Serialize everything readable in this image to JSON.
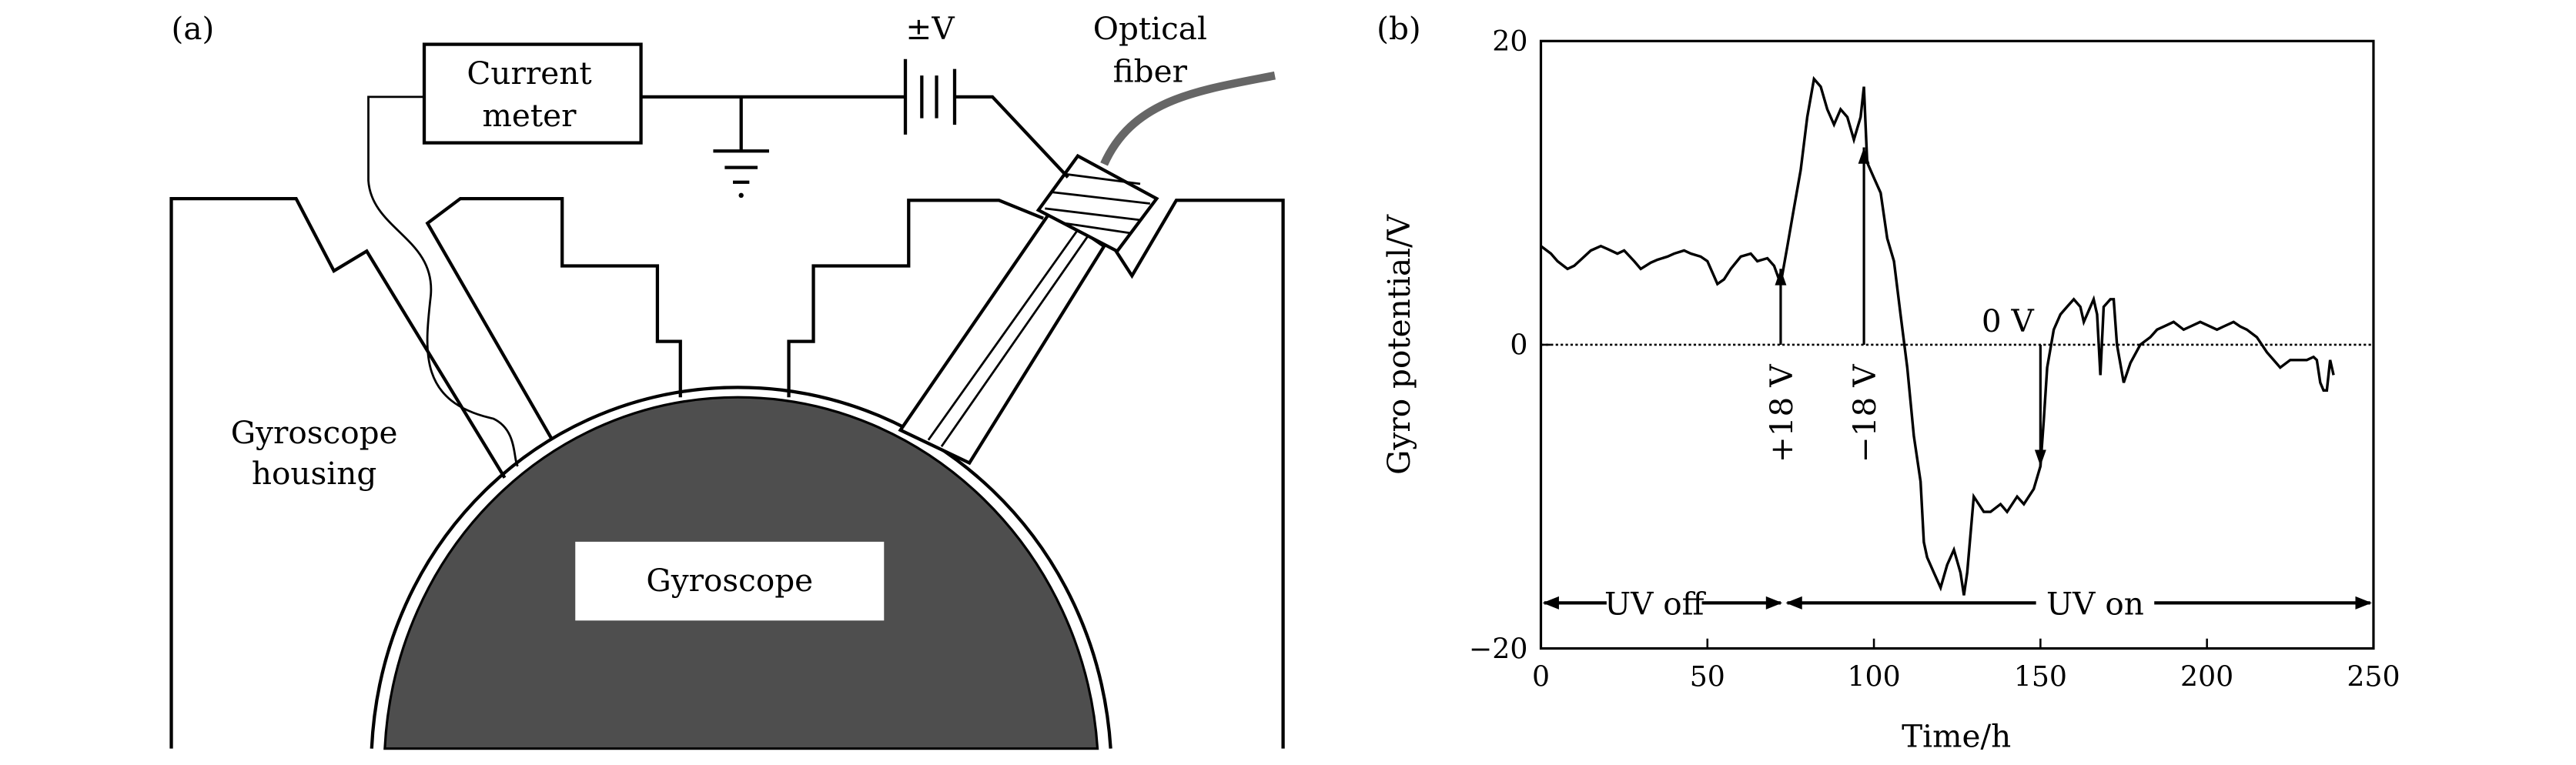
{
  "panel_a": {
    "label": "(a)",
    "current_meter": [
      "Current",
      "meter"
    ],
    "voltage": "±V",
    "optical_fiber": [
      "Optical",
      "fiber"
    ],
    "housing": [
      "Gyroscope",
      "housing"
    ],
    "gyroscope": "Gyroscope"
  },
  "chart_data": {
    "type": "line",
    "panel_label": "(b)",
    "xlabel": "Time/h",
    "ylabel": "Gyro potential/V",
    "xlim": [
      0,
      250
    ],
    "ylim": [
      -20,
      20
    ],
    "xticks": [
      0,
      50,
      100,
      150,
      200,
      250
    ],
    "yticks": [
      -20,
      0,
      20
    ],
    "grid": false,
    "reference_line": {
      "y": 0,
      "style": "dotted"
    },
    "series": [
      {
        "name": "Gyro potential",
        "x": [
          0,
          3,
          5,
          8,
          10,
          13,
          15,
          18,
          20,
          23,
          25,
          28,
          30,
          33,
          35,
          38,
          40,
          43,
          45,
          48,
          50,
          52,
          53,
          55,
          57,
          60,
          63,
          65,
          68,
          70,
          72,
          74,
          76,
          78,
          80,
          82,
          84,
          86,
          88,
          90,
          92,
          94,
          96,
          97,
          98,
          100,
          102,
          104,
          106,
          108,
          110,
          112,
          114,
          115,
          116,
          118,
          120,
          122,
          124,
          126,
          127,
          128,
          130,
          133,
          135,
          138,
          140,
          143,
          145,
          148,
          150,
          151,
          152,
          154,
          156,
          158,
          160,
          162,
          163,
          165,
          166,
          167,
          168,
          169,
          171,
          172,
          173,
          175,
          177,
          180,
          183,
          185,
          188,
          190,
          193,
          195,
          198,
          200,
          203,
          205,
          208,
          210,
          212,
          215,
          218,
          220,
          222,
          225,
          228,
          230,
          232,
          233,
          234,
          235,
          236,
          237,
          238
        ],
        "y": [
          6.5,
          6,
          5.5,
          5,
          5.2,
          5.8,
          6.2,
          6.5,
          6.3,
          6,
          6.2,
          5.5,
          5,
          5.4,
          5.6,
          5.8,
          6,
          6.2,
          6,
          5.8,
          5.5,
          4.5,
          4,
          4.3,
          5,
          5.8,
          6,
          5.5,
          5.7,
          5.2,
          4,
          6.5,
          9,
          11.5,
          15,
          17.5,
          17,
          15.5,
          14.5,
          15.5,
          15,
          13.5,
          15,
          17,
          12,
          11,
          10,
          7,
          5.5,
          2,
          -1.5,
          -6,
          -9,
          -13,
          -14,
          -15,
          -16,
          -14.5,
          -13.5,
          -15,
          -16.5,
          -15,
          -10,
          -11,
          -11,
          -10.5,
          -11,
          -10,
          -10.5,
          -9.5,
          -8,
          -5,
          -1.5,
          1,
          2,
          2.5,
          3,
          2.5,
          1.5,
          2.5,
          3,
          2,
          -2,
          2.5,
          3,
          3,
          0,
          -2.5,
          -1.2,
          0,
          0.5,
          1,
          1.3,
          1.5,
          1,
          1.2,
          1.5,
          1.3,
          1,
          1.2,
          1.5,
          1.2,
          1,
          0.5,
          -0.5,
          -1,
          -1.5,
          -1,
          -1,
          -1,
          -0.8,
          -1,
          -2.5,
          -3,
          -3,
          -1,
          -2
        ]
      }
    ],
    "annotations": [
      {
        "text": "+18 V",
        "x": 72,
        "arrow": "up",
        "from": 0,
        "to": 5
      },
      {
        "text": "−18 V",
        "x": 97,
        "arrow": "up",
        "from": 0,
        "to": 13
      },
      {
        "text": "0 V",
        "x": 150,
        "arrow": "down",
        "from": 0,
        "to": -8
      }
    ],
    "spans": [
      {
        "text": "UV off",
        "from": 0,
        "to": 73,
        "y": -17
      },
      {
        "text": "UV on",
        "from": 73,
        "to": 250,
        "y": -17
      }
    ]
  }
}
